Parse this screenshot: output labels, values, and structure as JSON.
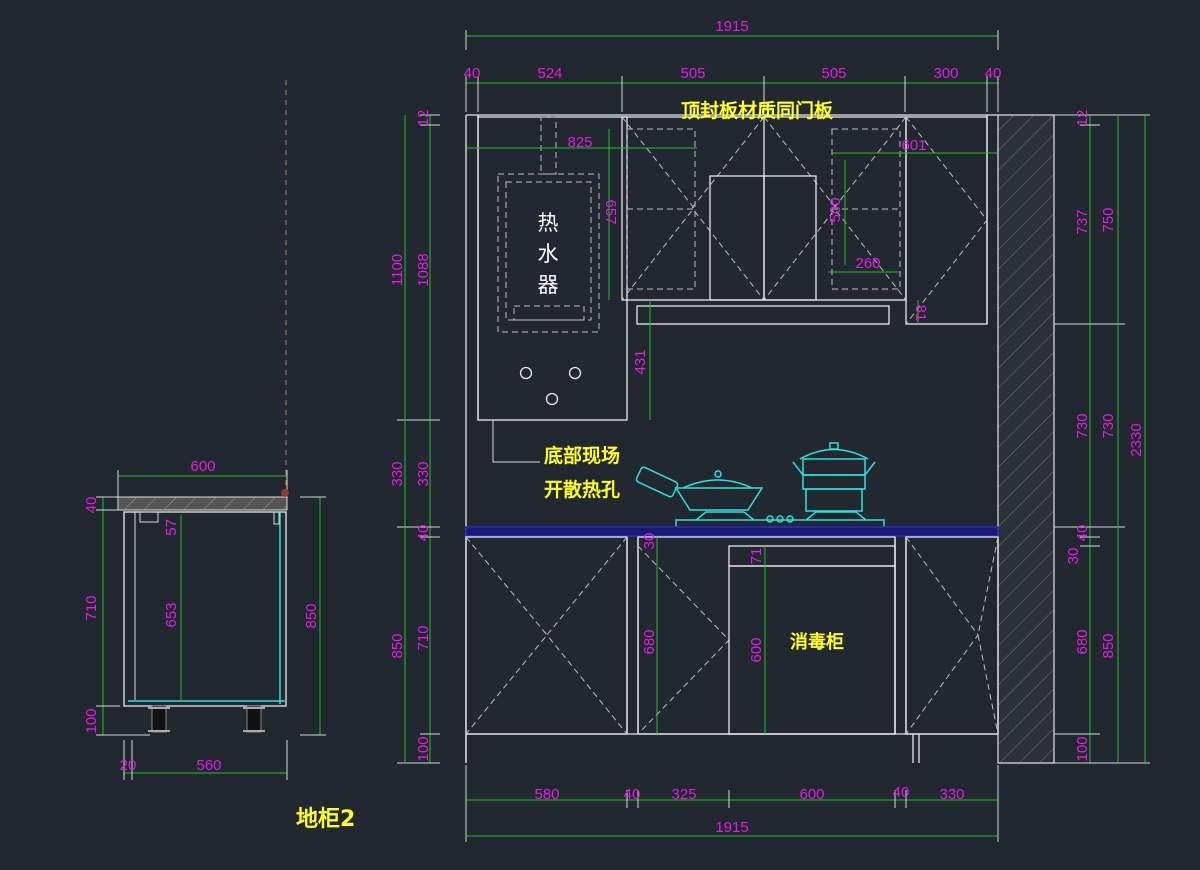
{
  "drawing": {
    "background_color": "#212830",
    "dimension_color": "#e21ce2",
    "note_color": "#ffff22",
    "countertop_color": "#2a2ad0",
    "appliance_color": "#2fe0e0"
  },
  "side_view": {
    "title": "地柜2",
    "top_dim": "600",
    "bottom_dims": [
      "20",
      "560"
    ],
    "left_dims": [
      "40",
      "710",
      "100"
    ],
    "inner_dims": [
      "57",
      "653"
    ],
    "right_dim": "850"
  },
  "front_view": {
    "top_total": "1915",
    "top_dims": [
      "40",
      "524",
      "505",
      "505",
      "300",
      "40"
    ],
    "bottom_dims": [
      "580",
      "40",
      "325",
      "600",
      "40",
      "330"
    ],
    "bottom_total": "1915",
    "left_dims_outer": [
      "1100",
      "330",
      "850"
    ],
    "left_dims_inner": [
      "12",
      "1088",
      "330",
      "40",
      "710",
      "100"
    ],
    "right_dims_inner": [
      "12",
      "737",
      "730",
      "40",
      "30",
      "680",
      "100"
    ],
    "right_dims_outer": [
      "750",
      "730",
      "850"
    ],
    "right_total": "2330",
    "inner_dims": {
      "d825": "825",
      "d657": "657",
      "d601": "601",
      "d500": "500",
      "d260": "260",
      "d81": "81",
      "d431": "431",
      "d30": "30",
      "d71": "71",
      "d680": "680",
      "d600": "600"
    },
    "labels": {
      "top_note": "顶封板材质同门板",
      "heater": [
        "热",
        "水",
        "器"
      ],
      "heat_note": [
        "底部现场",
        "开散热孔"
      ],
      "disinfection": "消毒柜"
    }
  }
}
